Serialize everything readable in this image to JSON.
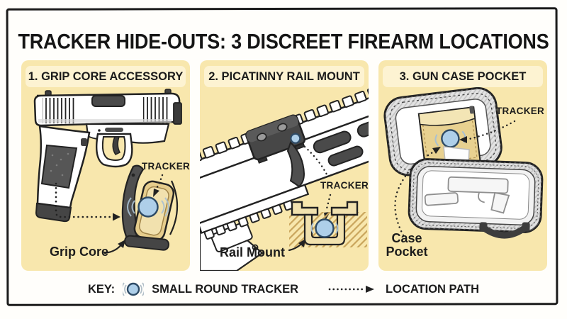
{
  "title": "TRACKER HIDE-OUTS: 3 DISCREET FIREARM LOCATIONS",
  "panels": [
    {
      "heading": "1. GRIP CORE ACCESSORY",
      "tracker_label": "TRACKER",
      "part_label": "Grip Core",
      "illustration_icon": "pistol-with-grip-core-insert-icon"
    },
    {
      "heading": "2. PICATINNY RAIL MOUNT",
      "tracker_label": "TRACKER",
      "part_label": "Rail Mount",
      "illustration_icon": "rail-mount-cross-section-icon"
    },
    {
      "heading": "3. GUN CASE POCKET",
      "tracker_label": "TRACKER",
      "part_label": "Case Pocket",
      "illustration_icon": "open-gun-case-with-pocket-icon"
    }
  ],
  "legend": {
    "label": "KEY:",
    "tracker_item": "SMALL ROUND TRACKER",
    "path_item": "LOCATION PATH",
    "tracker_icon": "small-round-tracker-icon",
    "path_icon": "dotted-arrow-icon"
  },
  "colors": {
    "panel_bg": "#f8e7ad",
    "panel_header_bg": "#fdf3d2",
    "tracker_fill": "#aecfe9",
    "tracker_stroke": "#2e4b66",
    "signal_arc": "#a9c0d2",
    "ink": "#1c1c1c",
    "dark_gray": "#4a4a4a",
    "plate_tan": "#e6cd8c",
    "plate_tan_light": "#f1e1ae",
    "hatch_tan": "#c9a55c",
    "page_bg": "#fffefb"
  }
}
